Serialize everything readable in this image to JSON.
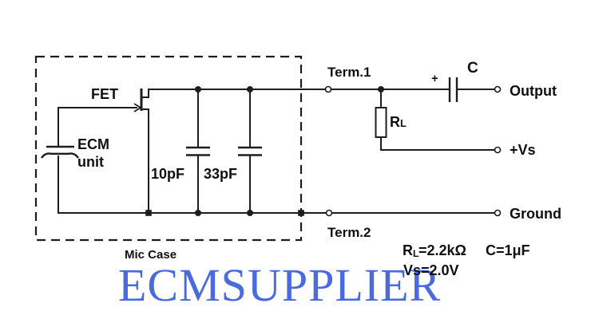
{
  "colors": {
    "line": "#1d1d1d",
    "text": "#101010",
    "watermark": "#4a6ae0"
  },
  "watermark": {
    "text": "ECMSUPPLIER"
  },
  "inside_mic": {
    "fet_label": "FET",
    "ecm_label_line1": "ECM",
    "ecm_label_line2": "unit",
    "cap1_label": "10pF",
    "cap2_label": "33pF",
    "case_label": "Mic Case"
  },
  "terminals": {
    "term1_label": "Term.1",
    "term2_label": "Term.2",
    "output_label": "Output",
    "supply_label": "+Vs",
    "ground_label": "Ground"
  },
  "external": {
    "coupling_cap_label": "C",
    "polarity_label": "+",
    "resistor_label_main": "R",
    "resistor_label_sub": "L"
  },
  "notes": {
    "rl_main": "R",
    "rl_sub": "L",
    "rl_value": "=2.2kΩ",
    "c_value": "C=1μF",
    "vs_value": "Vs=2.0V"
  }
}
